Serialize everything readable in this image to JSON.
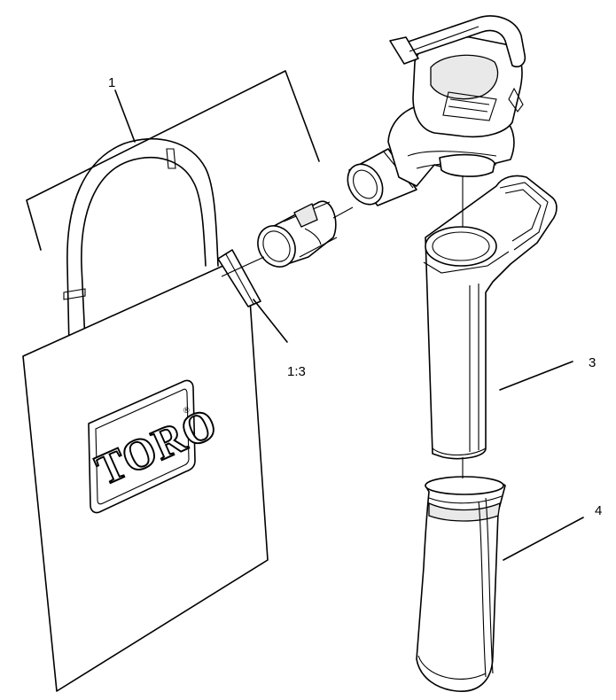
{
  "callouts": {
    "c1": "1",
    "c13": "1:3",
    "c3": "3",
    "c4": "4"
  },
  "bag_logo": {
    "text": "TORO",
    "mark": "®"
  }
}
